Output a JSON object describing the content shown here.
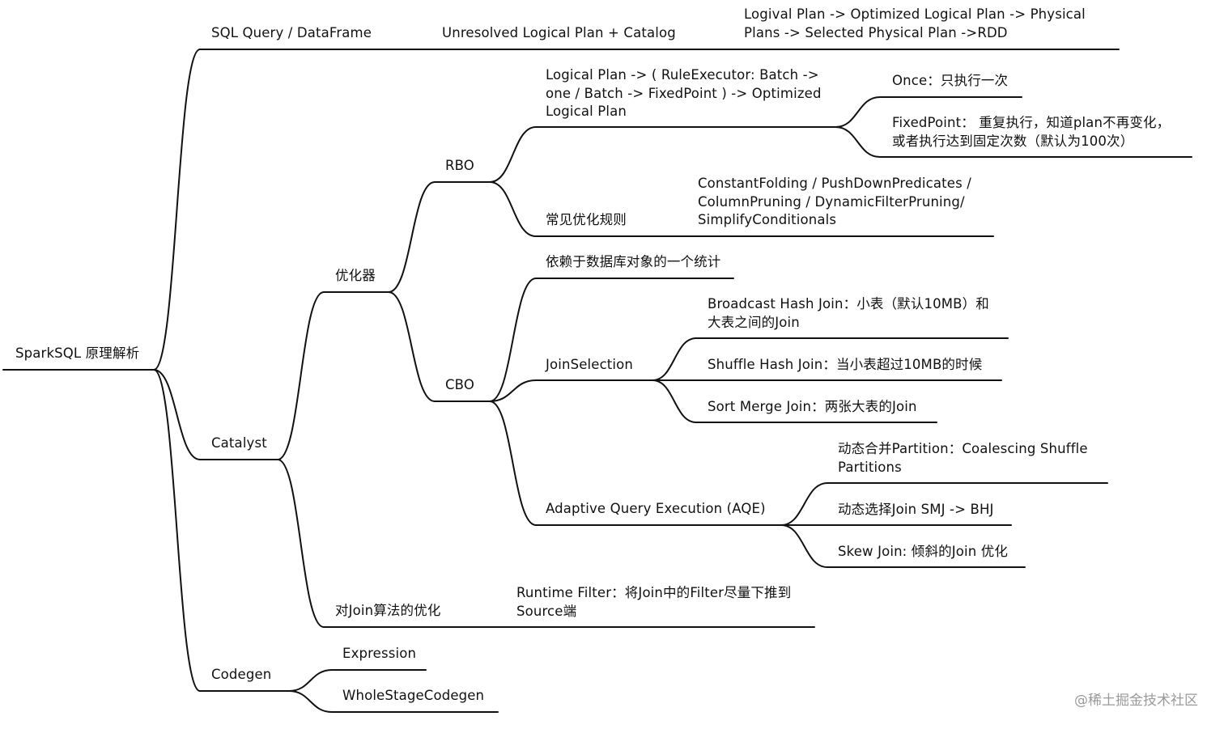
{
  "mindmap": {
    "root": "SparkSQL 原理解析",
    "sql_query": "SQL Query / DataFrame",
    "unresolved_plan": "Unresolved Logical Plan + Catalog",
    "plan_chain": [
      "Logival Plan -> Optimized Logical Plan -> Physical",
      "Plans -> Selected Physical Plan ->RDD"
    ],
    "catalyst": "Catalyst",
    "optimizer": "优化器",
    "rbo": "RBO",
    "rule_executor": [
      "Logical Plan -> ( RuleExecutor: Batch ->",
      "one / Batch -> FixedPoint ) -> Optimized",
      "Logical Plan"
    ],
    "once": "Once：只执行一次",
    "fixed_point": [
      "FixedPoint： 重复执行，知道plan不再变化，",
      "或者执行达到固定次数（默认为100次）"
    ],
    "common_rules": "常见优化规则",
    "rule_list": [
      "ConstantFolding / PushDownPredicates /",
      "ColumnPruning / DynamicFilterPruning/",
      "SimplifyConditionals"
    ],
    "cbo": "CBO",
    "stats": "依赖于数据库对象的一个统计",
    "join_selection": "JoinSelection",
    "broadcast_hash_join": [
      "Broadcast Hash Join：小表（默认10MB）和",
      "大表之间的Join"
    ],
    "shuffle_hash_join": "Shuffle Hash Join：当小表超过10MB的时候",
    "sort_merge_join": "Sort Merge Join：两张大表的Join",
    "aqe": "Adaptive Query Execution (AQE)",
    "coalescing": [
      "动态合并Partition：Coalescing Shuffle",
      "Partitions"
    ],
    "dynamic_join": "动态选择Join SMJ -> BHJ",
    "skew_join": "Skew Join: 倾斜的Join 优化",
    "join_opt": "对Join算法的优化",
    "runtime_filter": [
      "Runtime Filter：将Join中的Filter尽量下推到",
      "Source端"
    ],
    "codegen": "Codegen",
    "expression": "Expression",
    "whole_stage": "WholeStageCodegen"
  },
  "watermark": "@稀土掘金技术社区",
  "colors": {
    "line": "#111111",
    "text": "#111111",
    "watermark": "#9a9a9a"
  }
}
